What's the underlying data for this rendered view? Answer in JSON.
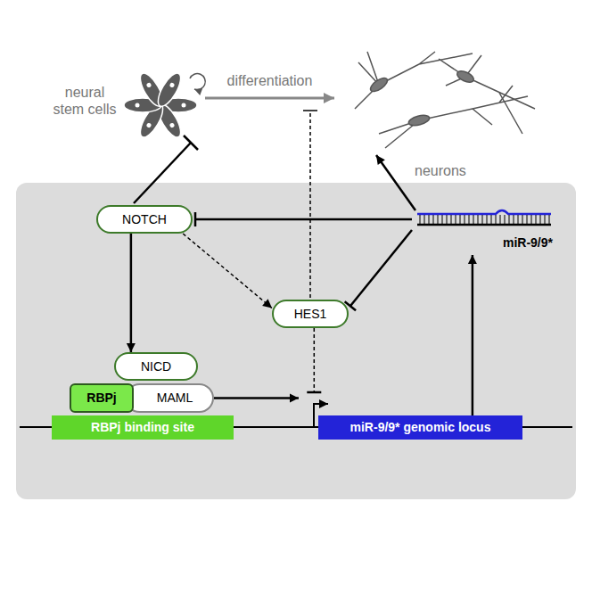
{
  "diagram": {
    "nodes": [
      {
        "text": [
          "neural stem cells"
        ]
      },
      {
        "text": [
          "neurons"
        ]
      },
      {
        "text": [
          "NOTCH"
        ]
      },
      {
        "text": [
          "miR-9/9*"
        ]
      },
      {
        "text": [
          "HES1"
        ]
      },
      {
        "text": [
          "NICD"
        ]
      },
      {
        "text": [
          "RBPj"
        ]
      },
      {
        "text": [
          "MAML"
        ]
      },
      {
        "text": [
          "RBPj binding site"
        ]
      },
      {
        "text": [
          "miR-9/9* genomic locus"
        ]
      }
    ],
    "edges": [
      {
        "from": 0,
        "to": 1,
        "label": "differentiation",
        "arrow": "to"
      },
      {
        "from": 3,
        "to": 2,
        "arrow": "to"
      },
      {
        "from": 2,
        "to": 5,
        "arrow": "to"
      },
      {
        "from": 2,
        "to": 4,
        "arrow": "to"
      },
      {
        "from": 3,
        "to": 4,
        "arrow": "to"
      },
      {
        "from": 4,
        "to": 9,
        "arrow": "to"
      },
      {
        "from": 7,
        "to": 9,
        "arrow": "to"
      },
      {
        "from": 9,
        "to": 3,
        "arrow": "to"
      }
    ]
  }
}
